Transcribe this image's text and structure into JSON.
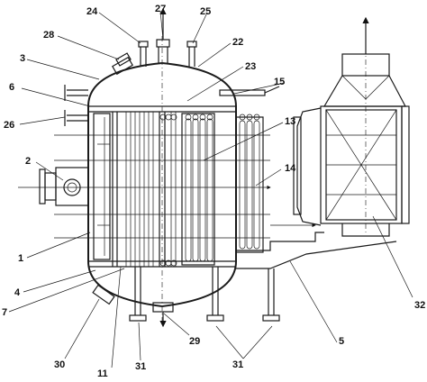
{
  "labels": {
    "l1": "1",
    "l2": "2",
    "l3": "3",
    "l4": "4",
    "l5": "5",
    "l6": "6",
    "l7": "7",
    "l11": "11",
    "l13": "13",
    "l14": "14",
    "l15": "15",
    "l22": "22",
    "l23": "23",
    "l24": "24",
    "l25": "25",
    "l26": "26",
    "l27": "27",
    "l28": "28",
    "l29": "29",
    "l30": "30",
    "l31a": "31",
    "l31b": "31",
    "l32": "32"
  }
}
